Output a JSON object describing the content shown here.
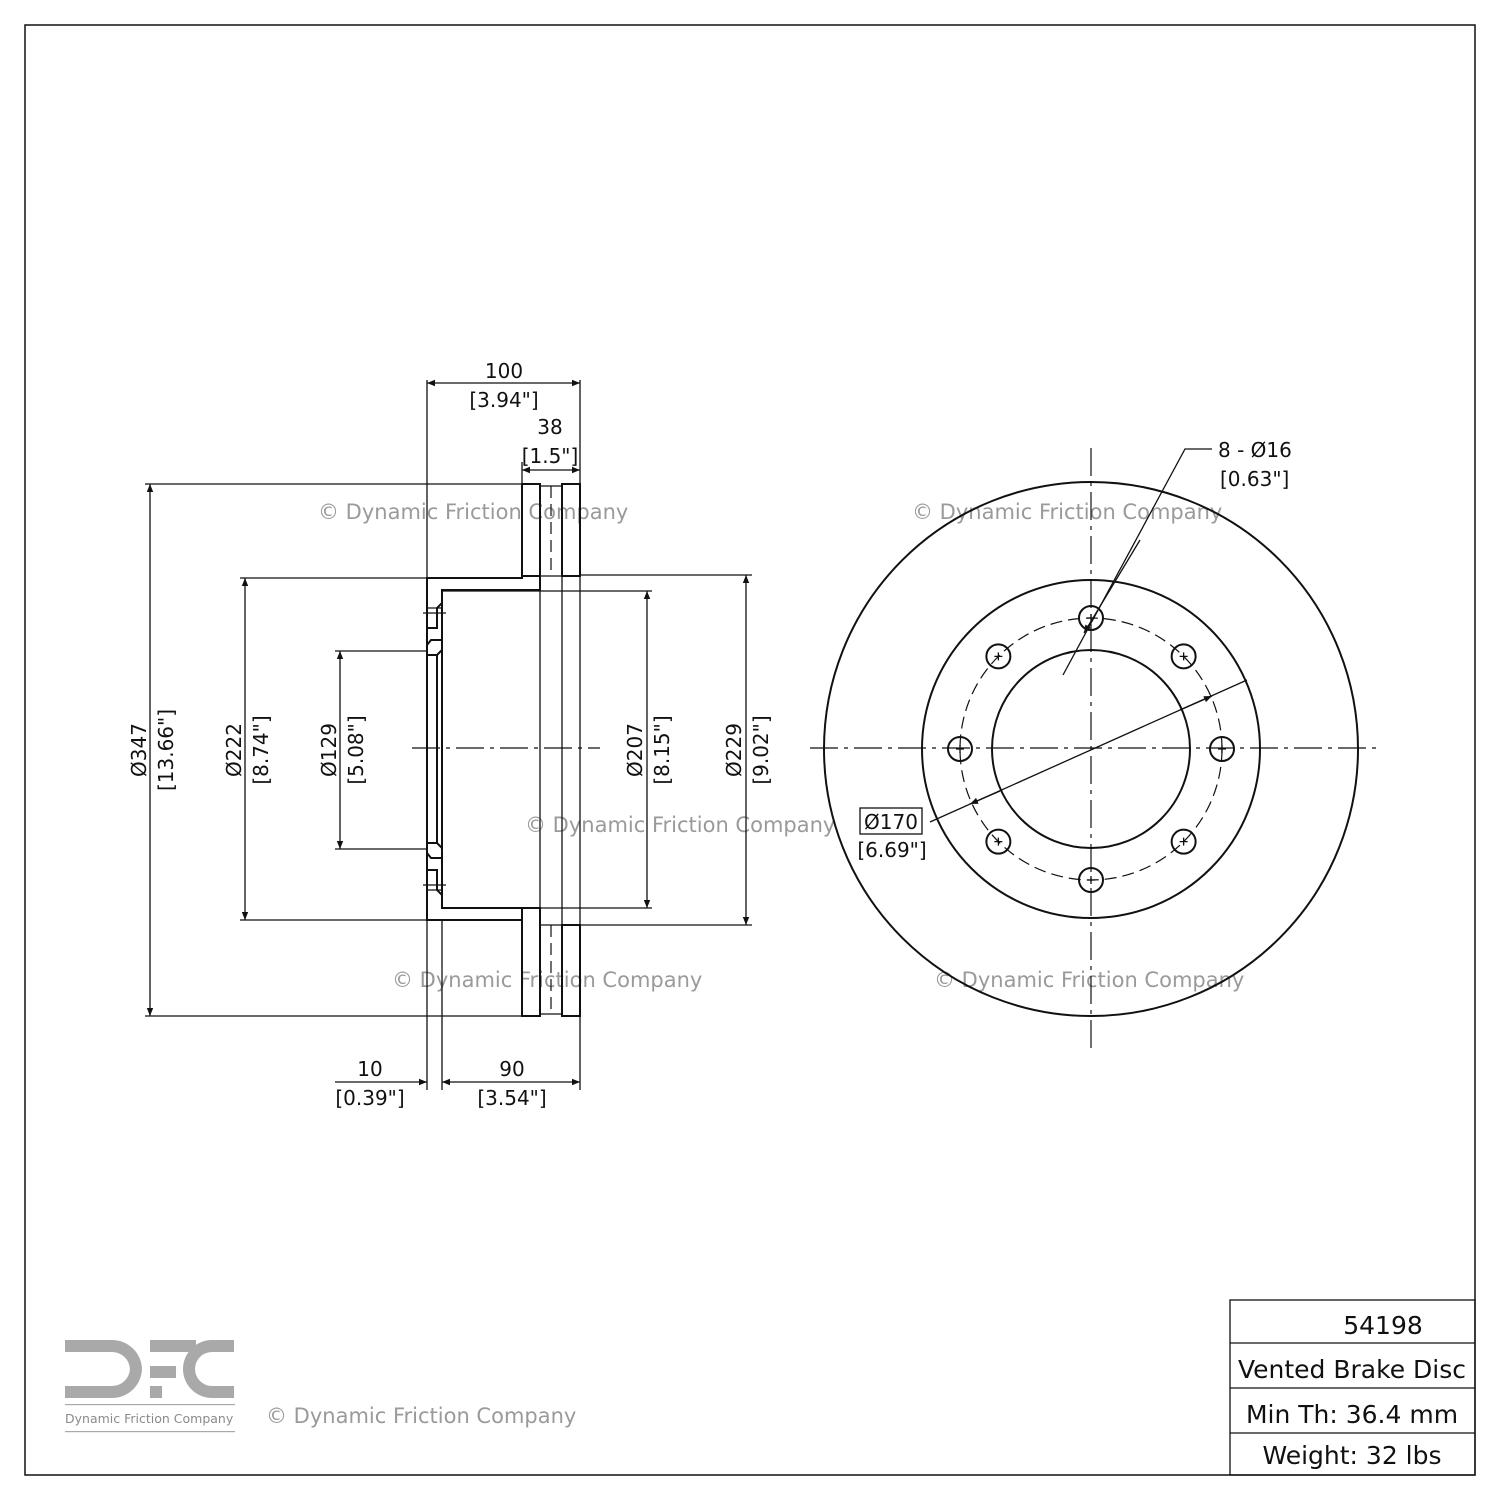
{
  "drawing": {
    "section_view": {
      "dims": {
        "overall_height": {
          "mm": "100",
          "in": "[3.94\"]"
        },
        "disc_thickness": {
          "mm": "38",
          "in": "[1.5\"]"
        },
        "outer_diameter": {
          "mm": "Ø347",
          "in": "[13.66\"]"
        },
        "hat_diameter": {
          "mm": "Ø222",
          "in": "[8.74\"]"
        },
        "center_bore": {
          "mm": "Ø129",
          "in": "[5.08\"]"
        },
        "inner_hat_diameter": {
          "mm": "Ø207",
          "in": "[8.15\"]"
        },
        "friction_inner_diameter": {
          "mm": "Ø229",
          "in": "[9.02\"]"
        },
        "hat_thickness": {
          "mm": "10",
          "in": "[0.39\"]"
        },
        "offset": {
          "mm": "90",
          "in": "[3.54\"]"
        }
      }
    },
    "face_view": {
      "bolt_holes": {
        "mm": "8 - Ø16",
        "in": "[0.63\"]",
        "count": 8
      },
      "bolt_circle": {
        "mm": "Ø170",
        "in": "[6.69\"]"
      }
    },
    "watermark": "© Dynamic Friction Company"
  },
  "logo": {
    "letters": "DFC",
    "caption": "Dynamic Friction Company"
  },
  "copyright": "© Dynamic Friction Company",
  "title_block": {
    "part_number": "54198",
    "description": "Vented Brake Disc",
    "min_thickness": "Min Th: 36.4 mm",
    "weight": "Weight: 32 lbs"
  }
}
